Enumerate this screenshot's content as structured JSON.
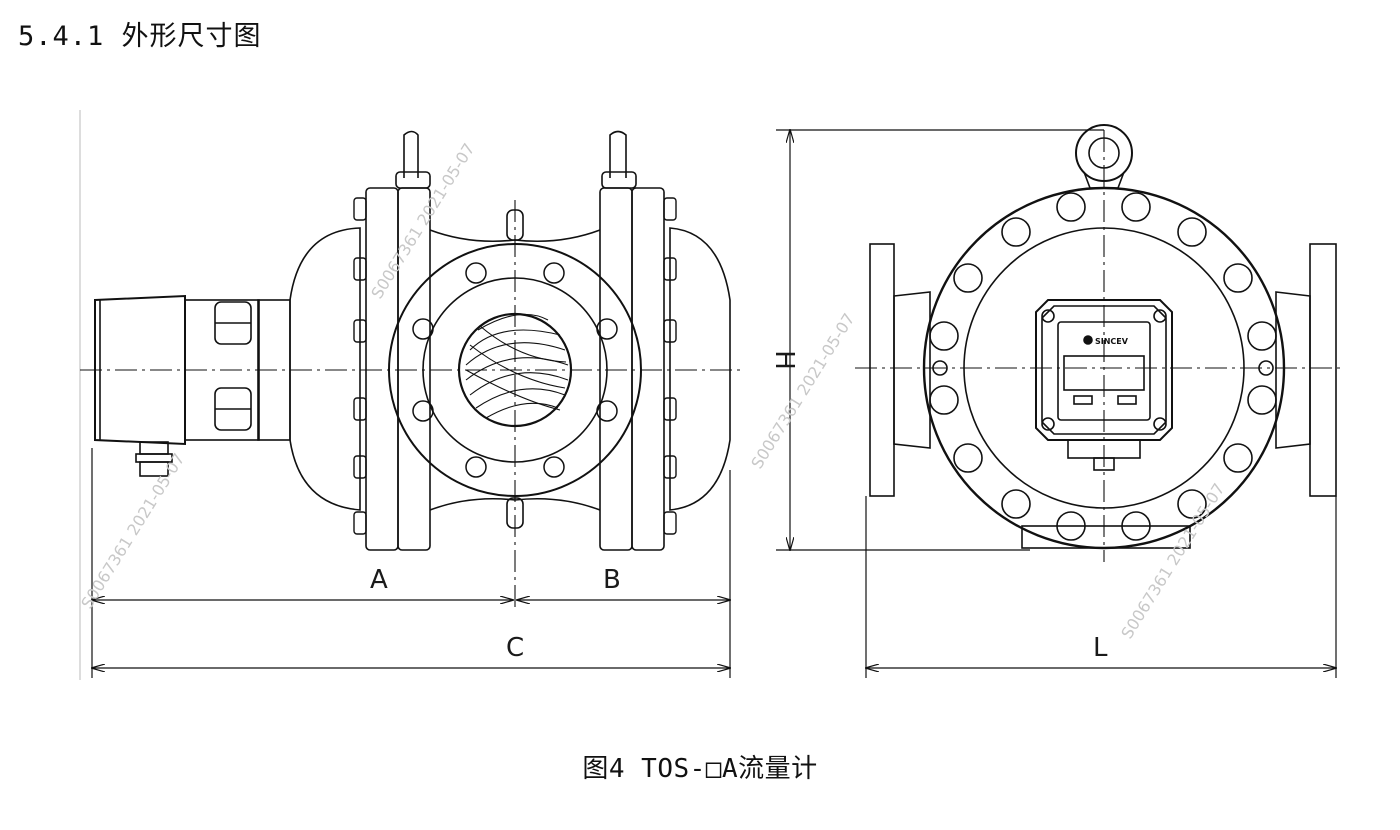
{
  "heading": "5.4.1 外形尺寸图",
  "caption": "图4 TOS-□A流量计",
  "dimensions": {
    "a": "A",
    "b": "B",
    "c": "C",
    "h": "H",
    "l": "L"
  },
  "brand_badge": "SINCEV",
  "watermark": "S0067361 2021-05-07"
}
